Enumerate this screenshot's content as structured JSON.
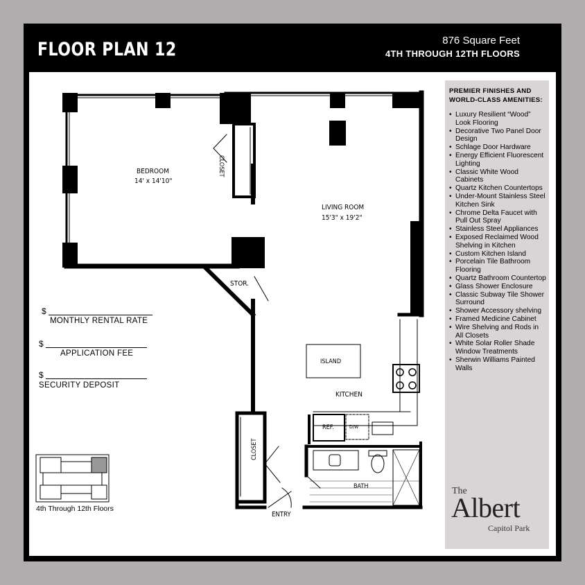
{
  "header": {
    "title": "FLOOR PLAN 12",
    "square_feet": "876 Square Feet",
    "floors": "4TH THROUGH 12TH FLOORS"
  },
  "rooms": {
    "bedroom_name": "BEDROOM",
    "bedroom_dims": "14' x 14'10\"",
    "living_name": "LIVING ROOM",
    "living_dims": "15'3\" x 19'2\"",
    "closet_top": "CLOSET",
    "closet_bottom": "CLOSET",
    "storage": "STOR.",
    "island": "ISLAND",
    "kitchen": "KITCHEN",
    "ref": "REF.",
    "dw": "D/W",
    "bath": "BATH",
    "entry": "ENTRY"
  },
  "fees": {
    "currency": "$",
    "monthly": "MONTHLY RENTAL RATE",
    "application": "APPLICATION FEE",
    "deposit": "SECURITY DEPOSIT"
  },
  "keymap": {
    "caption": "4th Through 12th Floors"
  },
  "amenities": {
    "heading": "PREMIER FINISHES AND WORLD-CLASS AMENITIES:",
    "items": [
      "Luxury Resilient “Wood” Look Flooring",
      "Decorative Two Panel Door Design",
      "Schlage Door Hardware",
      "Energy Efficient Fluorescent Lighting",
      "Classic White Wood Cabinets",
      "Quartz Kitchen Countertops",
      "Under-Mount Stainless Steel Kitchen Sink",
      "Chrome Delta Faucet with Pull Out Spray",
      "Stainless Steel Appliances",
      "Exposed Reclaimed Wood Shelving in Kitchen",
      "Custom Kitchen Island",
      "Porcelain Tile Bathroom Flooring",
      "Quartz Bathroom Countertop",
      "Glass Shower Enclosure",
      "Classic Subway Tile Shower Surround",
      "Shower Accessory shelving",
      "Framed Medicine Cabinet",
      "Wire Shelving and Rods in All Closets",
      "White Solar Roller Shade Window Treatments",
      "Sherwin Williams Painted Walls"
    ]
  },
  "logo": {
    "the": "The",
    "name": "Albert",
    "tagline": "Capitol Park"
  },
  "colors": {
    "background": "#b1acad",
    "frame": "#000000",
    "panel": "#d9d4d5"
  }
}
